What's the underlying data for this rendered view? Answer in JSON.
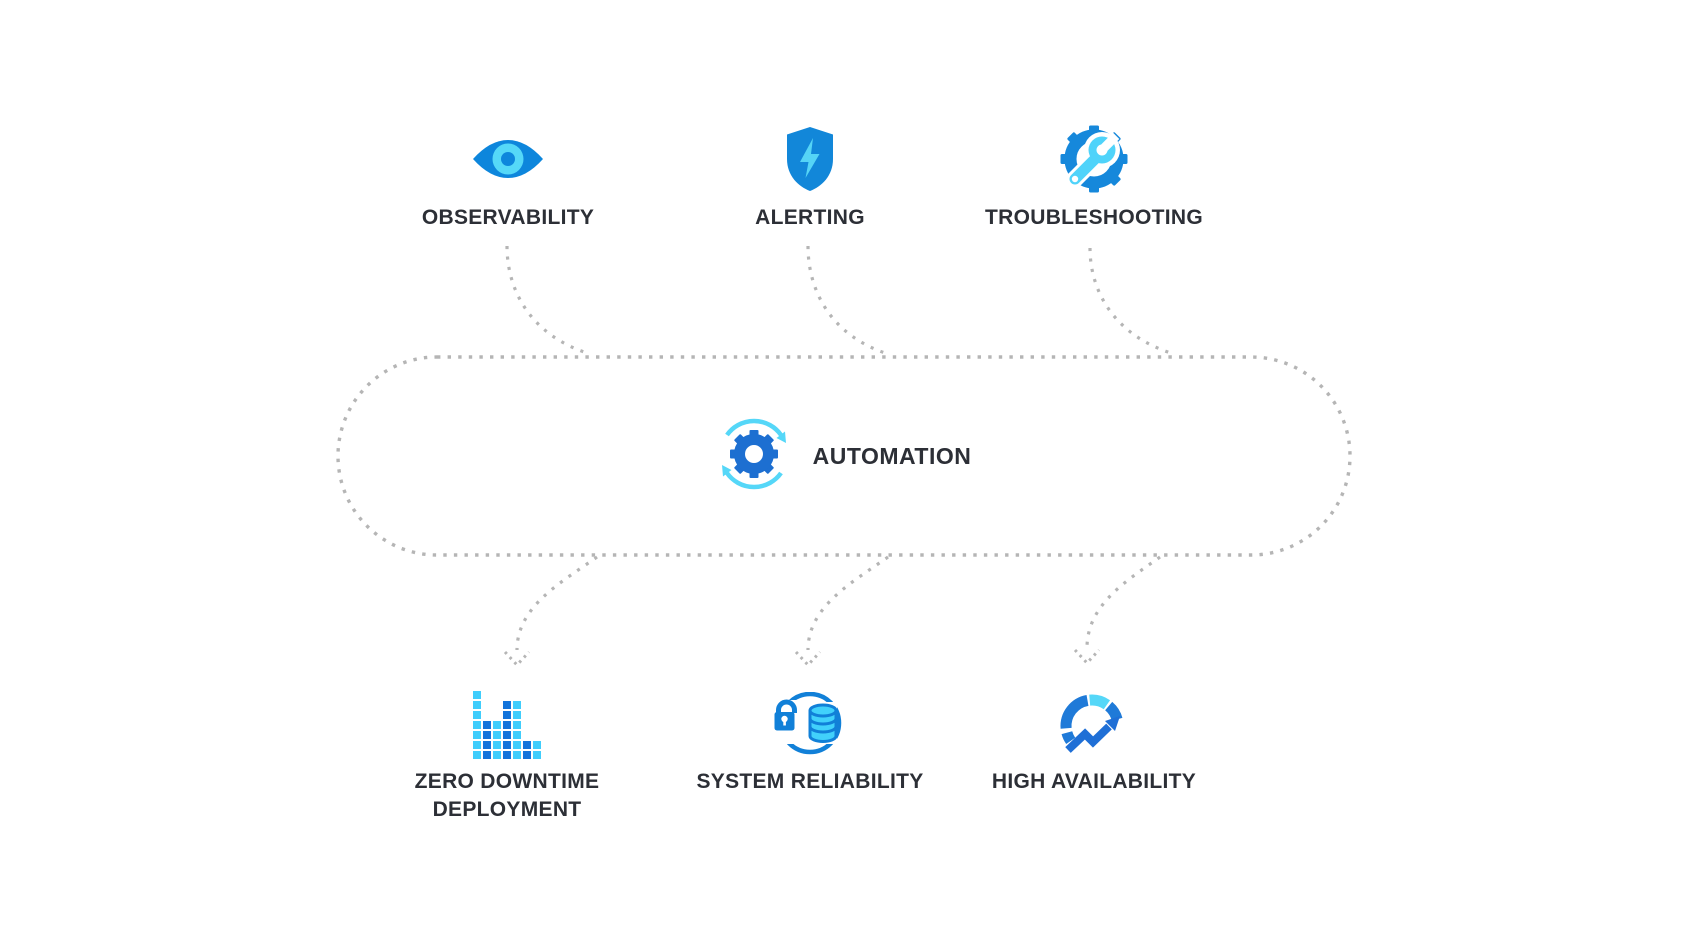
{
  "colors": {
    "primary_blue": "#1283db",
    "accent_cyan": "#4fd4fa",
    "gear_blue": "#1d6fd1",
    "label_text": "#2c2f36",
    "dotted_line": "#b5b5b5"
  },
  "top_row": [
    {
      "label": "OBSERVABILITY",
      "icon": "eye-icon"
    },
    {
      "label": "ALERTING",
      "icon": "shield-lightning-icon"
    },
    {
      "label": "TROUBLESHOOTING",
      "icon": "gear-wrench-icon"
    }
  ],
  "center": {
    "label": "AUTOMATION",
    "icon": "gear-sync-arrows-icon"
  },
  "bottom_row": [
    {
      "label_line1": "ZERO DOWNTIME",
      "label_line2": "DEPLOYMENT",
      "icon": "pixel-bar-chart-icon",
      "grid": [
        "c......",
        "c..bc..",
        "c..bc..",
        "cbcbc..",
        "cbcbc..",
        "cbcbcbc",
        "cbcbcbc"
      ]
    },
    {
      "label": "SYSTEM RELIABILITY",
      "icon": "database-lock-icon"
    },
    {
      "label": "HIGH AVAILABILITY",
      "icon": "gauge-trend-arrow-icon"
    }
  ]
}
